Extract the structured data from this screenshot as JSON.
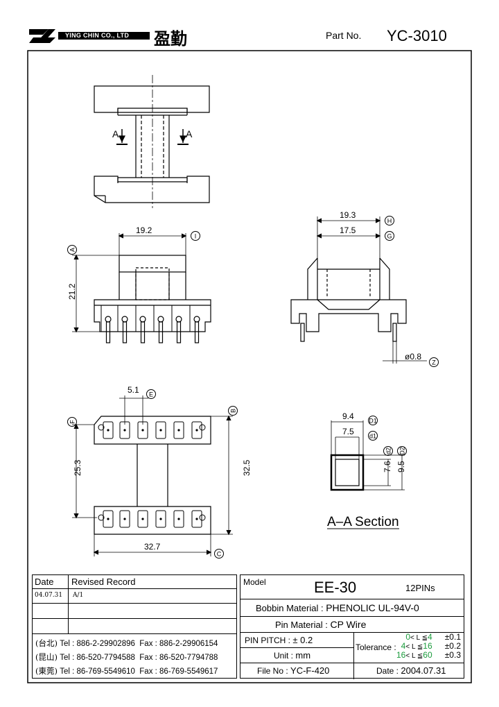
{
  "header": {
    "company_name": "YING CHIN CO., LTD",
    "company_chinese": "盈勤",
    "part_no_label": "Part No.",
    "part_no_value": "YC-3010"
  },
  "drawing": {
    "label_a": "A",
    "section_title": "A–A Section",
    "dim_19_2": "19.2",
    "dim_21_2": "21.2",
    "dim_19_3": "19.3",
    "dim_17_5": "17.5",
    "dim_phi": "ø0.8",
    "dim_5_1": "5.1",
    "dim_25_3": "25.3",
    "dim_32_5": "32.5",
    "dim_32_7": "32.7",
    "dim_9_4": "9.4",
    "dim_7_5": "7.5",
    "dim_7_6": "7.6",
    "dim_9_5": "9.5",
    "circ_a": "A",
    "circ_b": "B",
    "circ_c": "C",
    "circ_e": "E",
    "circ_f": "F",
    "circ_g": "G",
    "circ_h": "H",
    "circ_i": "I",
    "circ_z": "Z",
    "circ_d1_upper": "D1",
    "circ_d1_lower": "d1",
    "circ_d2_upper": "D2",
    "circ_d2_lower": "d2"
  },
  "revision": {
    "col_date": "Date",
    "col_record": "Revised Record",
    "rows": [
      {
        "date": "04.07.31",
        "record": "A/1"
      },
      {
        "date": "",
        "record": ""
      },
      {
        "date": "",
        "record": ""
      }
    ]
  },
  "contacts": [
    {
      "loc": "(台北)",
      "tel": "Tel : 886-2-29902896",
      "fax": "Fax : 886-2-29906154"
    },
    {
      "loc": "(昆山)",
      "tel": "Tel : 86-520-7794588",
      "fax": "Fax : 86-520-7794788"
    },
    {
      "loc": "(東莞)",
      "tel": "Tel : 86-769-5549610",
      "fax": "Fax : 86-769-5549617"
    }
  ],
  "spec": {
    "model_label": "Model",
    "model_value": "EE-30",
    "pins": "12PINs",
    "bobbin_label": "Bobbin  Material :",
    "bobbin_value": "PHENOLIC UL-94V-0",
    "pin_label": "Pin  Material :",
    "pin_value": "CP Wire",
    "pitch_label": "PIN  PITCH :",
    "pitch_value": "± 0.2",
    "unit_label": "Unit :",
    "unit_value": "mm",
    "file_label": "File  No :",
    "file_value": "YC-F-420",
    "tolerance_label": "Tolerance :",
    "tol_rows": [
      {
        "lo": "0",
        "mid": "< L ≦",
        "hi": "4",
        "val": "±0.1"
      },
      {
        "lo": "4",
        "mid": "< L ≦",
        "hi": "16",
        "val": "±0.2"
      },
      {
        "lo": "16",
        "mid": "< L ≦",
        "hi": "60",
        "val": "±0.3"
      }
    ],
    "date_label": "Date :",
    "date_value": "2004.07.31"
  },
  "colors": {
    "tolerance_accent": "#1a9b3c",
    "line": "#000000"
  }
}
